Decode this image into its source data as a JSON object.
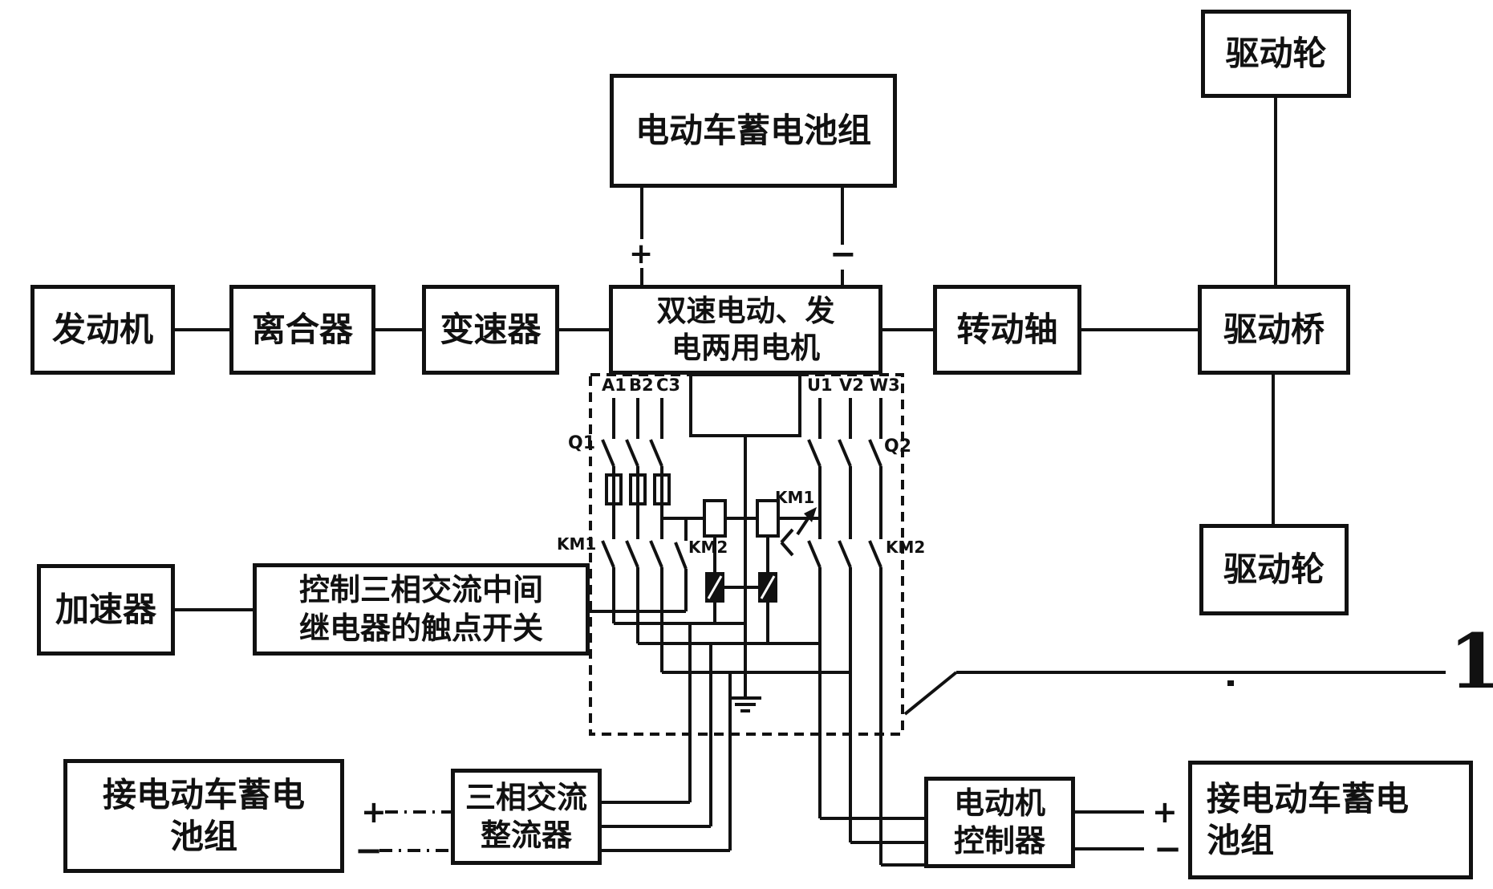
{
  "diagram": {
    "blocks": {
      "battery_top": "电动车蓄电池组",
      "wheel_top": "驱动轮",
      "engine": "发动机",
      "clutch": "离合器",
      "gearbox": "变速器",
      "motor_line1": "双速电动、发",
      "motor_line2": "电两用电机",
      "shaft": "转动轴",
      "axle": "驱动桥",
      "wheel_bottom": "驱动轮",
      "accelerator": "加速器",
      "control_switch_line1": "控制三相交流中间",
      "control_switch_line2": "继电器的触点开关",
      "battery_bottom_left_line1": "接电动车蓄电",
      "battery_bottom_left_line2": "池组",
      "rectifier_line1": "三相交流",
      "rectifier_line2": "整流器",
      "controller_line1": "电动机",
      "controller_line2": "控制器",
      "battery_bottom_right_line1": "接电动车蓄电",
      "battery_bottom_right_line2": "池组"
    },
    "circuit_labels": {
      "a1": "A1",
      "b2": "B2",
      "c3": "C3",
      "u1": "U1",
      "v2": "V2",
      "w3": "W3",
      "q1": "Q1",
      "q2": "Q2",
      "km1_left": "KM1",
      "km1_mid": "KM1",
      "km2_left": "KM2",
      "km2_right": "KM2"
    },
    "polarity": {
      "plus": "+",
      "minus": "−"
    },
    "ref_label": "1",
    "colors": {
      "ink": "#111111",
      "background": "#ffffff"
    }
  }
}
